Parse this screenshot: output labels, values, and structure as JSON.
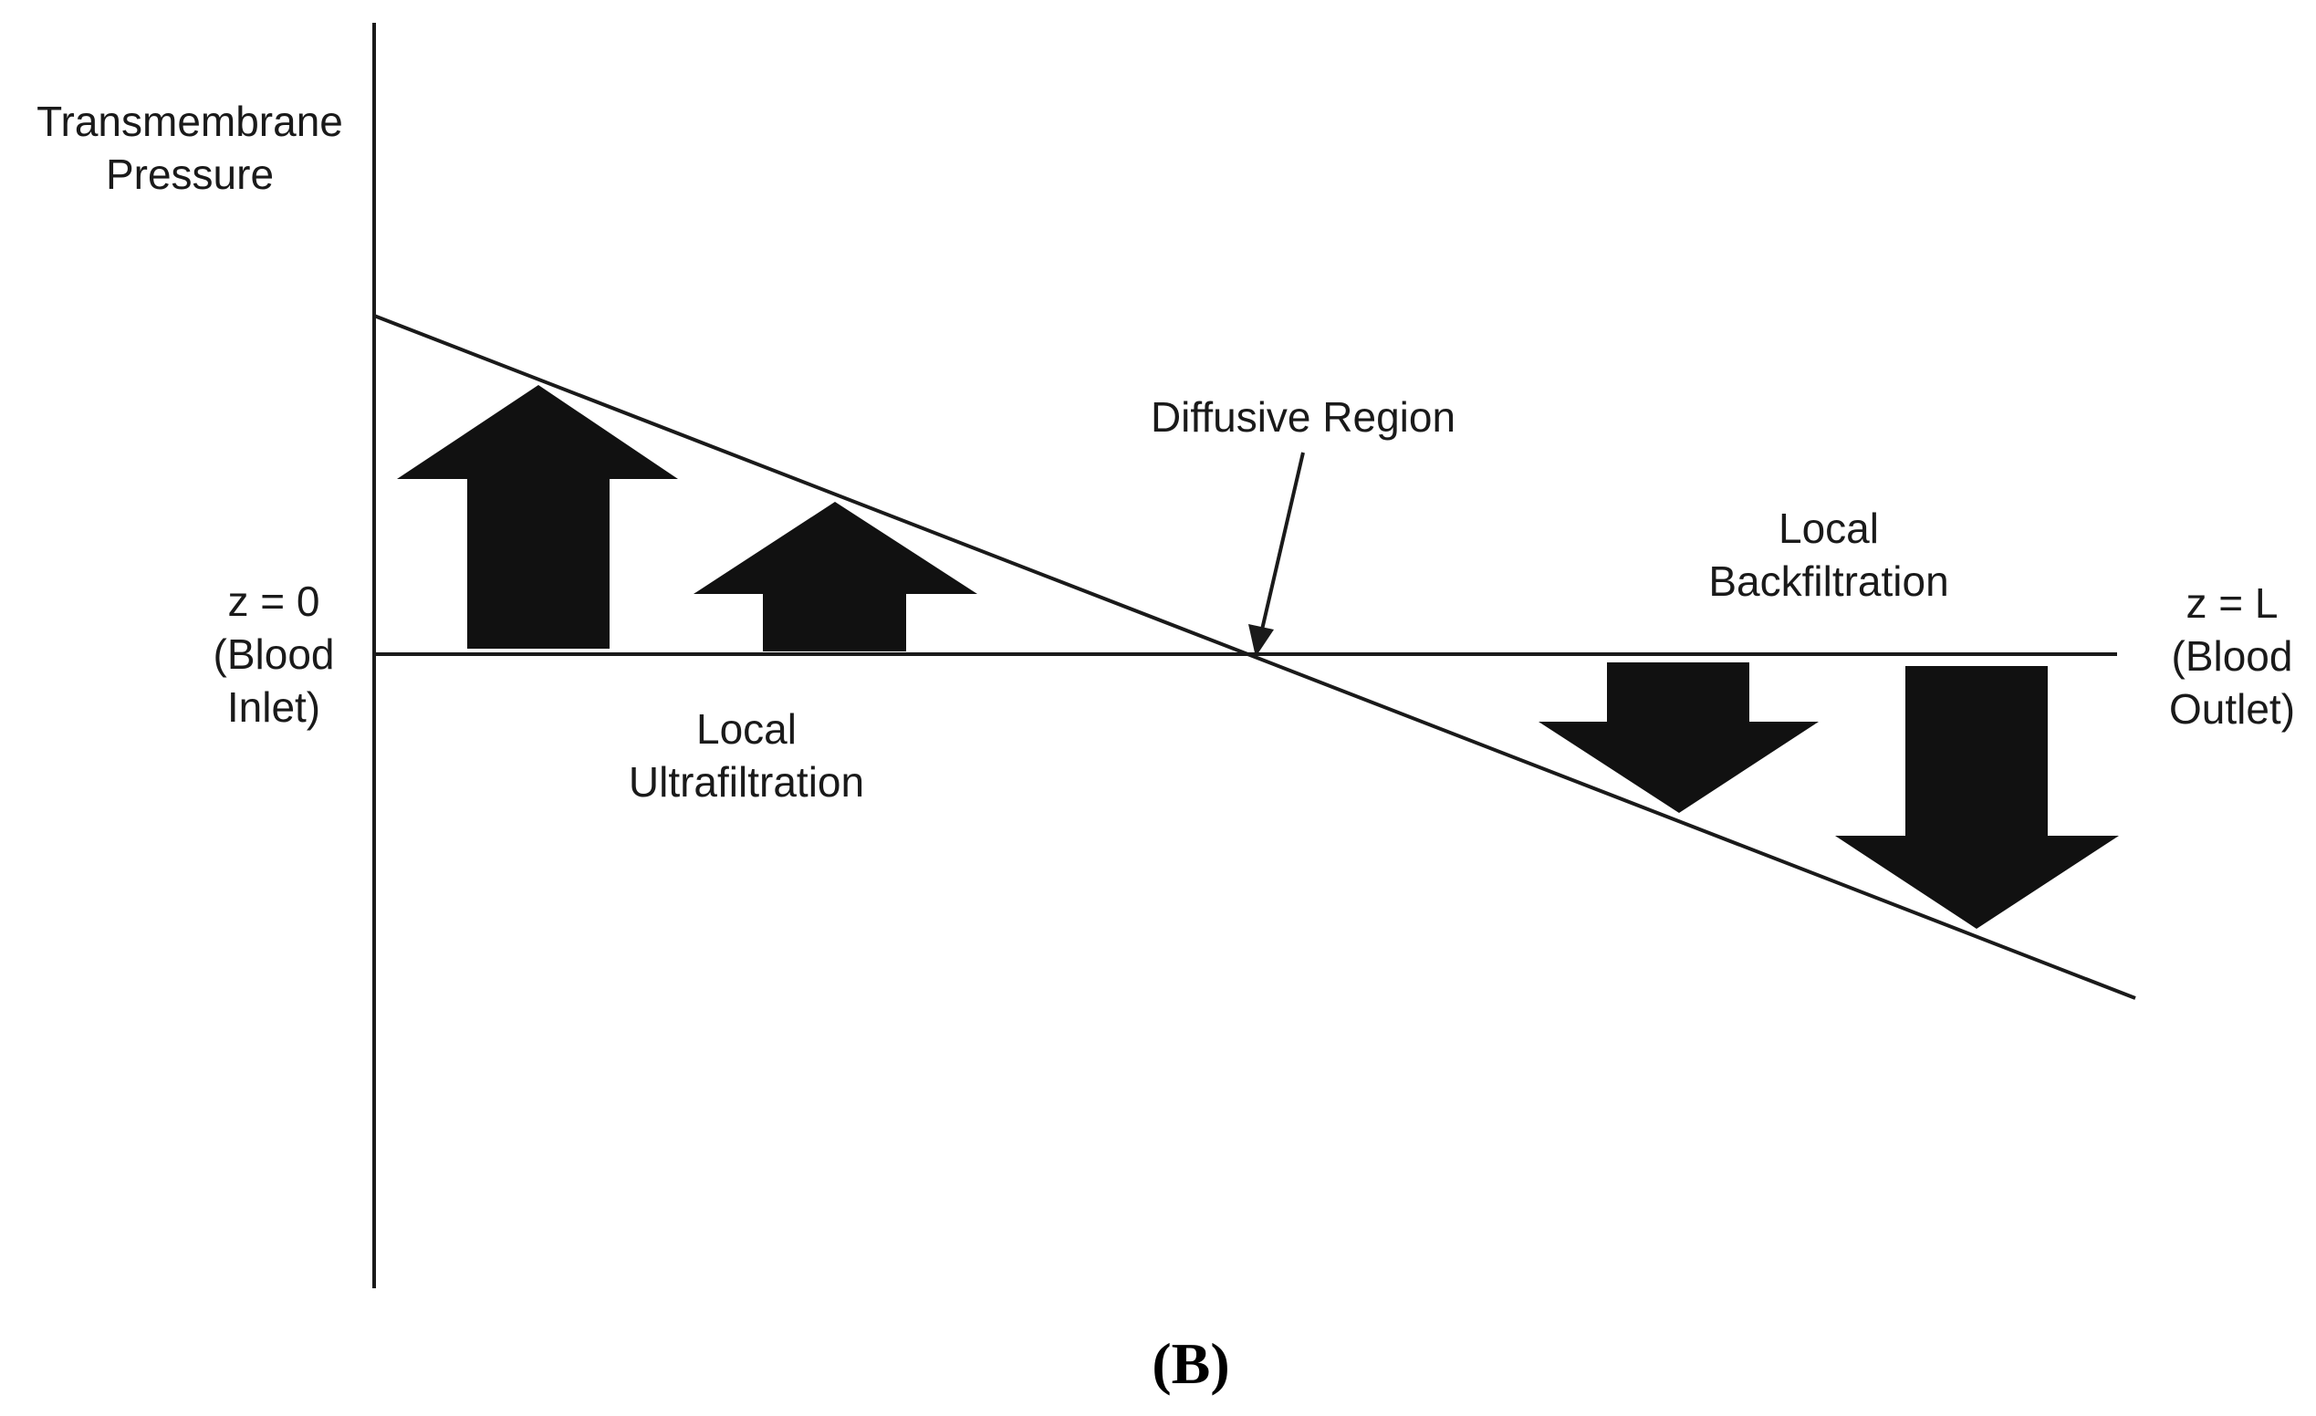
{
  "y_axis_label": [
    "Transmembrane",
    "Pressure"
  ],
  "left_end_label": [
    "z = 0",
    "(Blood",
    "Inlet)"
  ],
  "right_end_label": [
    "z = L",
    "(Blood",
    "Outlet)"
  ],
  "diffusive_label": "Diffusive Region",
  "ultrafiltration_label": [
    "Local",
    "Ultrafiltration"
  ],
  "backfiltration_label": [
    "Local",
    "Backfiltration"
  ],
  "panel_label": "(B)",
  "colors": {
    "line": "#1a1a1a",
    "arrow_fill": "#111111",
    "background": "#ffffff"
  }
}
